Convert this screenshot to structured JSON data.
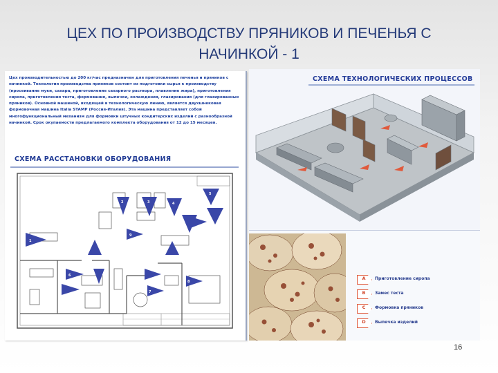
{
  "slide": {
    "title_line1": "ЦЕХ ПО ПРОИЗВОДСТВУ ПРЯНИКОВ И ПЕЧЕНЬЯ С",
    "title_line2": "НАЧИНКОЙ - 1",
    "page_number": "16"
  },
  "left_page": {
    "intro_text": "Цех производительностью до 200 кг/час предназначен для приготовления печенья и пряников с начинкой. Технология производства пряников состоит из подготовки сырья к производству (просеивание муки, сахара, приготовление сахарного раствора, плавление жира), приготовления сиропа, приготовления теста, формования, выпечки, охлаждения, глазирования (для глазированных пряников). Основной машиной, входящей в технологическую линию, является двухшнековая формовочная машина Italia STAMP (Россия-Италия). Эта машина представляет собой многофункциональный механизм для формовки штучных кондитерских изделий с разнообразной начинкой. Срок окупаемости предлагаемого комплекта оборудования от 12 до 15 месяцев.",
    "layout_heading": "СХЕМА РАССТАНОВКИ ОБОРУДОВАНИЯ",
    "plan_markers": [
      "1",
      "2",
      "3",
      "4",
      "5",
      "6",
      "7",
      "8",
      "9"
    ]
  },
  "right_page": {
    "process_heading": "СХЕМА ТЕХНОЛОГИЧЕСКИХ ПРОЦЕССОВ",
    "legend": [
      {
        "letter": "A",
        "label": "Приготовление сиропа"
      },
      {
        "letter": "B",
        "label": "Замес теста"
      },
      {
        "letter": "C",
        "label": "Формовка пряников"
      },
      {
        "letter": "D",
        "label": "Выпечка изделий"
      }
    ]
  },
  "colors": {
    "title": "#243a78",
    "brochure_blue": "#1c3f9e",
    "marker_fill": "#3a47a8",
    "legend_accent": "#e05a3c"
  }
}
